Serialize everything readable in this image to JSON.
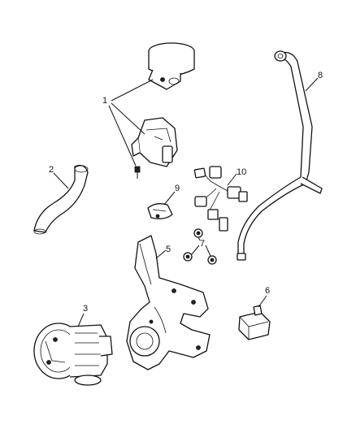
{
  "callouts": {
    "c1": "1",
    "c2": "2",
    "c3": "3",
    "c5": "5",
    "c6": "6",
    "c7": "7",
    "c8": "8",
    "c9": "9",
    "c10": "10"
  }
}
